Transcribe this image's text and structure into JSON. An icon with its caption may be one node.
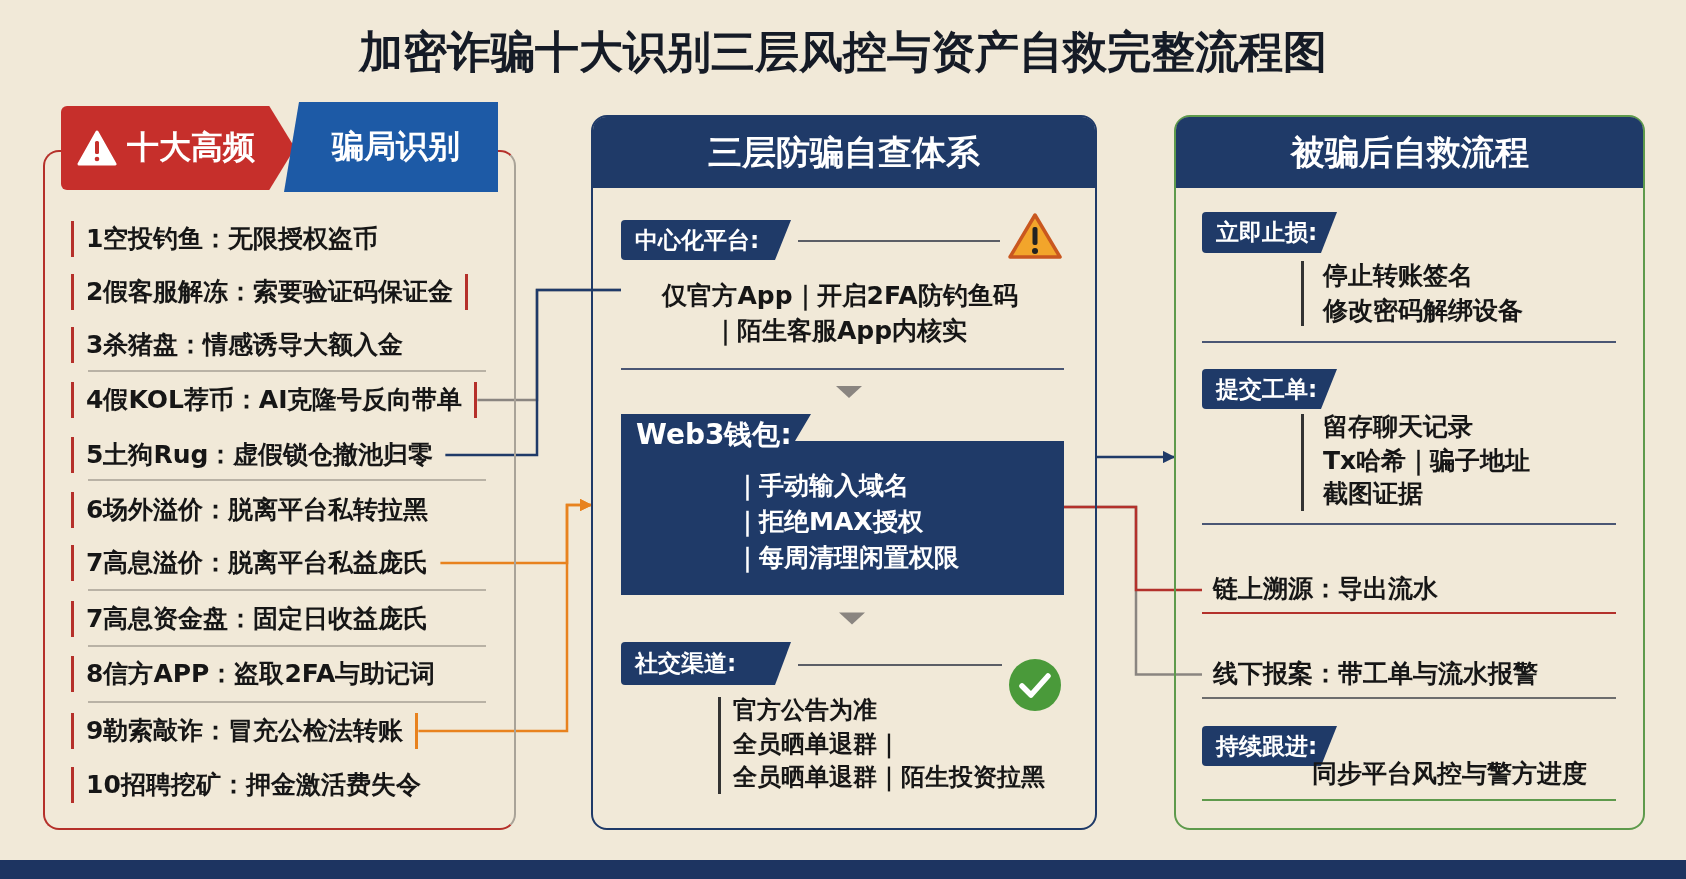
{
  "diagram": {
    "title": "加密诈骗十大识别三层风控与资产自救完整流程图",
    "nodes": [
      {
        "text": [
          "十大高频",
          "骗局识别"
        ]
      },
      {
        "text": [
          "1空投钓鱼：无限授权盗币"
        ],
        "in": 0
      },
      {
        "text": [
          "2假客服解冻：索要验证码保证金"
        ],
        "in": 0
      },
      {
        "text": [
          "3杀猪盘：情感诱导大额入金"
        ],
        "in": 0
      },
      {
        "text": [
          "4假KOL荐币：AI克隆号反向带单"
        ],
        "in": 0
      },
      {
        "text": [
          "5土狗Rug：虚假锁仓撤池归零"
        ],
        "in": 0
      },
      {
        "text": [
          "6场外溢价：脱离平台私转拉黑"
        ],
        "in": 0
      },
      {
        "text": [
          "7高息溢价：脱离平台私益庞氏"
        ],
        "in": 0
      },
      {
        "text": [
          "7高息资金盘：固定日收益庞氏"
        ],
        "in": 0
      },
      {
        "text": [
          "8信方APP：盗取2FA与助记词"
        ],
        "in": 0
      },
      {
        "text": [
          "9勒索敲诈：冒充公检法转账"
        ],
        "in": 0
      },
      {
        "text": [
          "10招聘挖矿：押金激活费失令"
        ],
        "in": 0
      },
      {
        "text": [
          "三层防骗自查体系"
        ]
      },
      {
        "text": [
          "中心化平台:",
          "仅官方App｜开启2FA防钓鱼码｜陌生客服App内核实"
        ],
        "in": 12
      },
      {
        "text": [
          "Web3钱包:",
          "｜手动输入域名",
          "｜拒绝MAX授权",
          "｜每周清理闲置权限"
        ],
        "in": 12
      },
      {
        "text": [
          "社交渠道:",
          "官方公告为准",
          "全员晒单退群｜",
          "全员晒单退群｜陌生投资拉黑"
        ],
        "in": 12
      },
      {
        "text": [
          "被骗后自救流程"
        ]
      },
      {
        "text": [
          "立即止损:",
          "停止转账签名",
          "修改密码解绑设备"
        ],
        "in": 16
      },
      {
        "text": [
          "提交工单:",
          "留存聊天记录",
          "Tx哈希｜骗子地址",
          "截图证据"
        ],
        "in": 16
      },
      {
        "text": [
          "链上溯源：导出流水"
        ],
        "in": 16
      },
      {
        "text": [
          "线下报案：带工单与流水报警"
        ],
        "in": 16
      },
      {
        "text": [
          "持续跟进:",
          "同步平台风控与警方进度"
        ],
        "in": 16
      }
    ],
    "edges": [
      {
        "from": 4,
        "to": 13,
        "arrow": "none"
      },
      {
        "from": 5,
        "to": 13,
        "arrow": "none",
        "color": "#1f3a68"
      },
      {
        "from": 7,
        "to": 12,
        "arrow": "to",
        "color": "#e8821e"
      },
      {
        "from": 10,
        "to": 12,
        "arrow": "to",
        "color": "#e8821e"
      },
      {
        "from": 13,
        "to": 14,
        "arrow": "to"
      },
      {
        "from": 14,
        "to": 15,
        "arrow": "to"
      },
      {
        "from": 12,
        "to": 16,
        "arrow": "to",
        "color": "#1f3a68"
      },
      {
        "from": 14,
        "to": 19,
        "arrow": "none",
        "color": "#b3312b"
      },
      {
        "from": 14,
        "to": 20,
        "arrow": "none"
      }
    ]
  }
}
